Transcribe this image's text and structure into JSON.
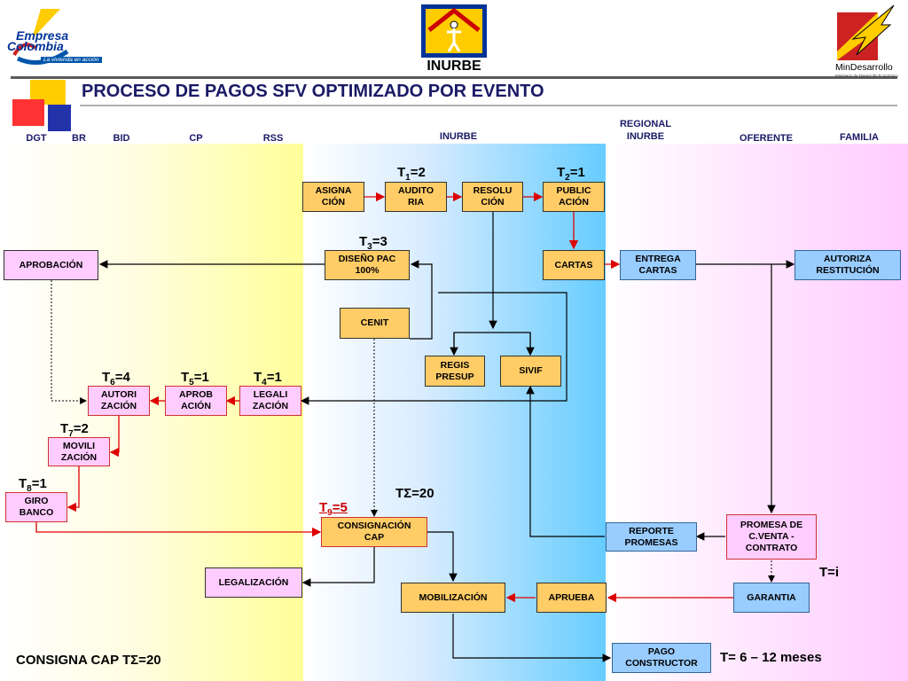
{
  "header": {
    "title": "PROCESO DE PAGOS SFV OPTIMIZADO POR EVENTO",
    "logo_left_line1": "Empresa",
    "logo_left_line2": "Colombia",
    "logo_left_tagline": "La vivienda en acción",
    "logo_center": "INURBE",
    "logo_right": "MinDesarrollo",
    "logo_right_sub": "Ministerio de Desarrollo Económico"
  },
  "columns": {
    "dgt": "DGT",
    "br": "BR",
    "bid": "BID",
    "cp": "CP",
    "rss": "RSS",
    "inurbe": "INURBE",
    "regional_line1": "REGIONAL",
    "regional_line2": "INURBE",
    "oferente": "OFERENTE",
    "familia": "FAMILIA"
  },
  "boxes": {
    "asignacion": [
      "ASIGNA",
      "CIÓN"
    ],
    "auditoria": [
      "AUDITO",
      "RIA"
    ],
    "resolucion": [
      "RESOLU",
      "CIÓN"
    ],
    "publicacion": [
      "PUBLIC",
      "ACIÓN"
    ],
    "diseno_pac": [
      "DISEÑO PAC",
      "100%"
    ],
    "aprobacion": "APROBACIÓN",
    "cartas": "CARTAS",
    "entrega_cartas": [
      "ENTREGA",
      "CARTAS"
    ],
    "autoriza_restitucion": [
      "AUTORIZA",
      "RESTITUCIÓN"
    ],
    "cenit": "CENIT",
    "regis_presup": [
      "REGIS",
      "PRESUP"
    ],
    "sivif": "SIVIF",
    "autorizacion": [
      "AUTORI",
      "ZACIÓN"
    ],
    "aprobacion2": [
      "APROB",
      "ACIÓN"
    ],
    "legalizacion1": [
      "LEGALI",
      "ZACIÓN"
    ],
    "movilizacion1": [
      "MOVILI",
      "ZACIÓN"
    ],
    "giro_banco": [
      "GIRO",
      "BANCO"
    ],
    "consignacion_cap": [
      "CONSIGNACIÓN",
      "CAP"
    ],
    "reporte_promesas": [
      "REPORTE",
      "PROMESAS"
    ],
    "promesa": [
      "PROMESA DE",
      "C.VENTA -",
      "CONTRATO"
    ],
    "legalizacion2": "LEGALIZACIÓN",
    "movilizacion2": "MOBILIZACIÓN",
    "aprueba": "APRUEBA",
    "garantia": "GARANTIA",
    "pago_constructor": [
      "PAGO",
      "CONSTRUCTOR"
    ]
  },
  "times": {
    "t1": {
      "base": "T",
      "sub": "1",
      "rest": "=2"
    },
    "t2": {
      "base": "T",
      "sub": "2",
      "rest": "=1"
    },
    "t3": {
      "base": "T",
      "sub": "3",
      "rest": "=3"
    },
    "t4": {
      "base": "T",
      "sub": "4",
      "rest": "=1"
    },
    "t5": {
      "base": "T",
      "sub": "5",
      "rest": "=1"
    },
    "t6": {
      "base": "T",
      "sub": "6",
      "rest": "=4"
    },
    "t7": {
      "base": "T",
      "sub": "7",
      "rest": "=2"
    },
    "t8": {
      "base": "T",
      "sub": "8",
      "rest": "=1"
    },
    "t9": {
      "base": "T",
      "sub": "9",
      "rest": "=5"
    },
    "tsum": "TΣ=20",
    "ti": "T=i",
    "total": "T= 6 – 12 meses",
    "consigna": "CONSIGNA CAP TΣ=20"
  },
  "colors": {
    "orange_box": "#ffcc66",
    "pink_box": "#ffccff",
    "blue_box": "#99ccff",
    "red_arrow": "#dd0000",
    "title": "#1a1a66"
  }
}
